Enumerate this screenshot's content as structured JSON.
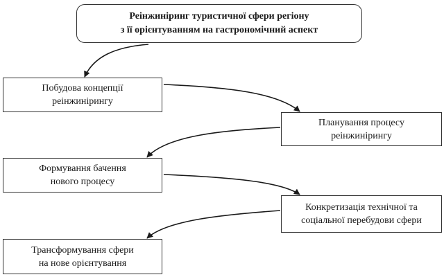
{
  "diagram": {
    "title": {
      "line1": "Реінжиніринг туристичної сфери регіону",
      "line2": "з її орієнтуванням на гастрономічний аспект"
    },
    "steps": [
      {
        "line1": "Побудова концепції",
        "line2": "реінжинірингу"
      },
      {
        "line1": "Планування процесу",
        "line2": "реінжинірингу"
      },
      {
        "line1": "Формування бачення",
        "line2": "нового процесу"
      },
      {
        "line1": "Конкретизація технічної та",
        "line2": "соціальної перебудови сфери"
      },
      {
        "line1": "Трансформування сфери",
        "line2": "на нове орієнтування"
      }
    ]
  }
}
